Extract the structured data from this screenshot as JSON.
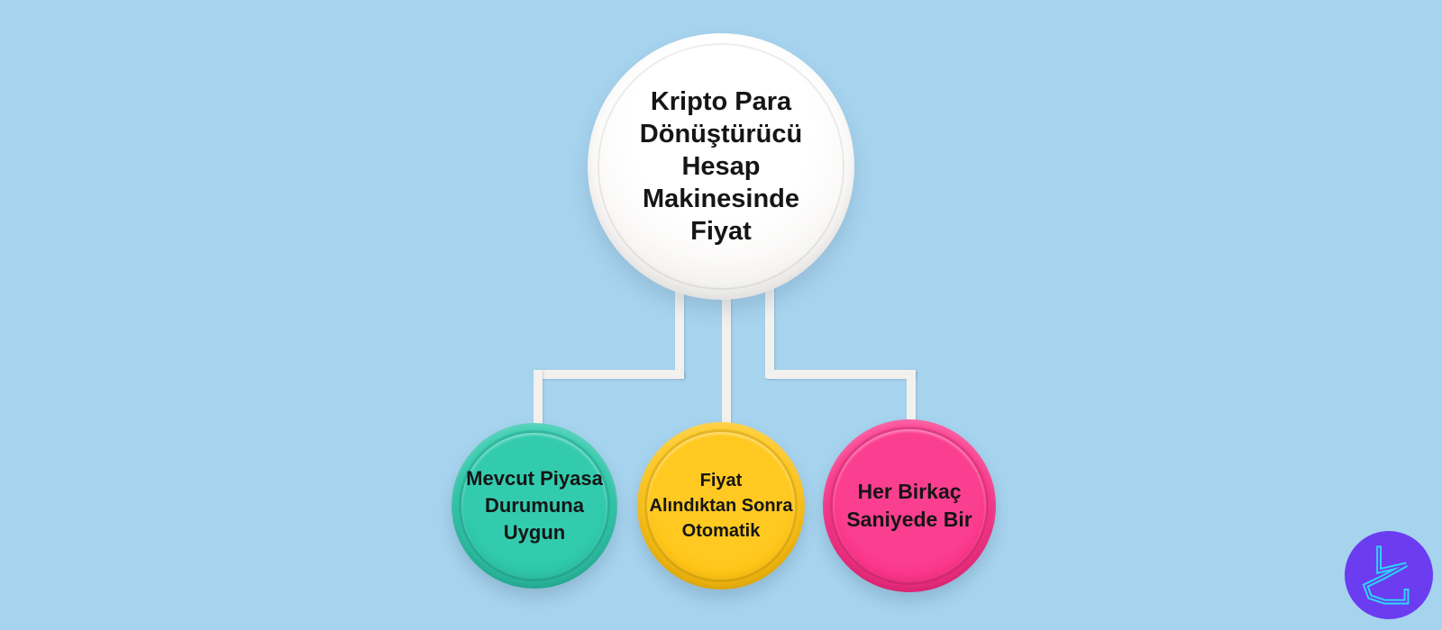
{
  "canvas": {
    "background_color": "#a6d3ee",
    "connector_color": "#f3f1ee"
  },
  "root_node": {
    "label": "Kripto Para\nDönüştürücü\nHesap\nMakinesinde\nFiyat",
    "fill_color": "#ffffff",
    "text_color": "#151515"
  },
  "children": [
    {
      "label": "Mevcut Piyasa\nDurumuna\nUygun",
      "fill_color": "#2cc4a8"
    },
    {
      "label": "Fiyat\nAlındıktan Sonra\nOtomatik",
      "fill_color": "#ffc10e"
    },
    {
      "label": "Her Birkaç\nSaniyede Bir",
      "fill_color": "#fa2e86"
    }
  ],
  "logo": {
    "glyph": "tc-monogram-icon",
    "circle_color": "#6c3cf0",
    "glyph_color": "#2bd9f7"
  }
}
